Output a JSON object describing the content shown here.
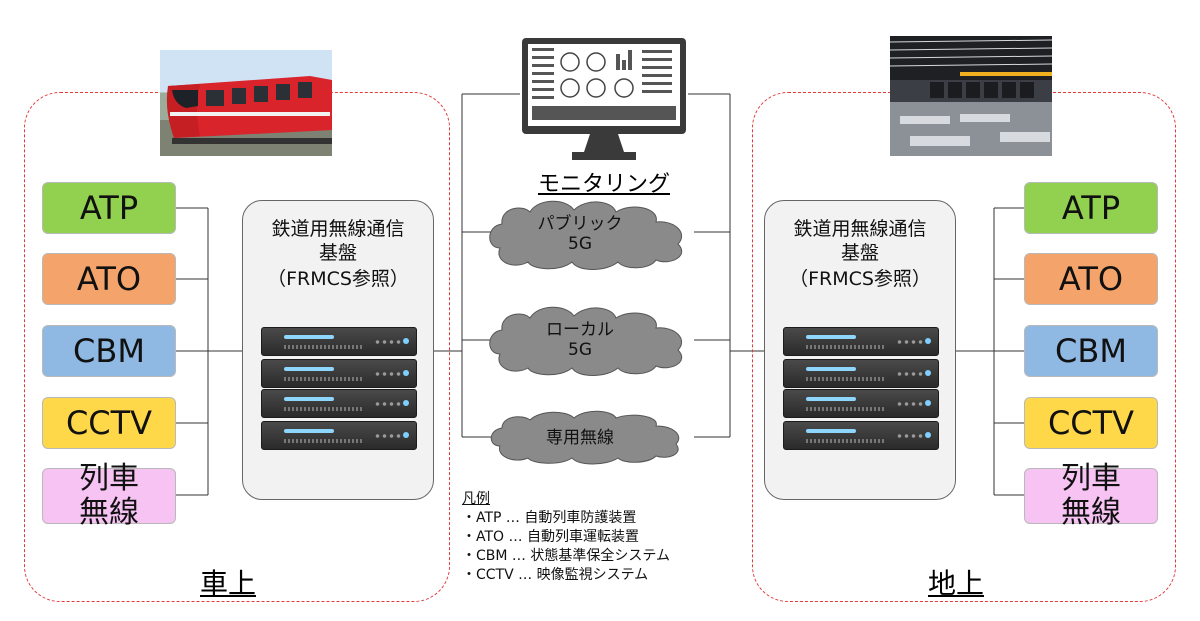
{
  "onboard": {
    "label": "車上",
    "modules": [
      {
        "key": "atp",
        "label": "ATP"
      },
      {
        "key": "ato",
        "label": "ATO"
      },
      {
        "key": "cbm",
        "label": "CBM"
      },
      {
        "key": "cctv",
        "label": "CCTV"
      },
      {
        "key": "radio",
        "label_line1": "列車",
        "label_line2": "無線"
      }
    ],
    "platform_title_line1": "鉄道用無線通信",
    "platform_title_line2": "基盤",
    "platform_title_line3": "（FRMCS参照）"
  },
  "ground": {
    "label": "地上",
    "modules": [
      {
        "key": "atp",
        "label": "ATP"
      },
      {
        "key": "ato",
        "label": "ATO"
      },
      {
        "key": "cbm",
        "label": "CBM"
      },
      {
        "key": "cctv",
        "label": "CCTV"
      },
      {
        "key": "radio",
        "label_line1": "列車",
        "label_line2": "無線"
      }
    ],
    "platform_title_line1": "鉄道用無線通信",
    "platform_title_line2": "基盤",
    "platform_title_line3": "（FRMCS参照）"
  },
  "monitoring_label": "モニタリング",
  "networks": [
    {
      "line1": "パブリック",
      "line2": "5G"
    },
    {
      "line1": "ローカル",
      "line2": "5G"
    },
    {
      "line1": "専用無線",
      "line2": ""
    }
  ],
  "legend": {
    "title": "凡例",
    "items": [
      "・ATP … 自動列車防護装置",
      "・ATO … 自動列車運転装置",
      "・CBM … 状態基準保全システム",
      "・CCTV … 映像監視システム"
    ]
  },
  "colors": {
    "dashed_border": "#e23a3a",
    "atp": "#92d050",
    "ato": "#f4a46b",
    "cbm": "#8fb9e3",
    "cctv": "#ffd84a",
    "radio": "#f6c3f3"
  },
  "icons": [
    "train-photo",
    "monitor-icon",
    "control-room-photo",
    "server-icon",
    "cloud-icon"
  ]
}
